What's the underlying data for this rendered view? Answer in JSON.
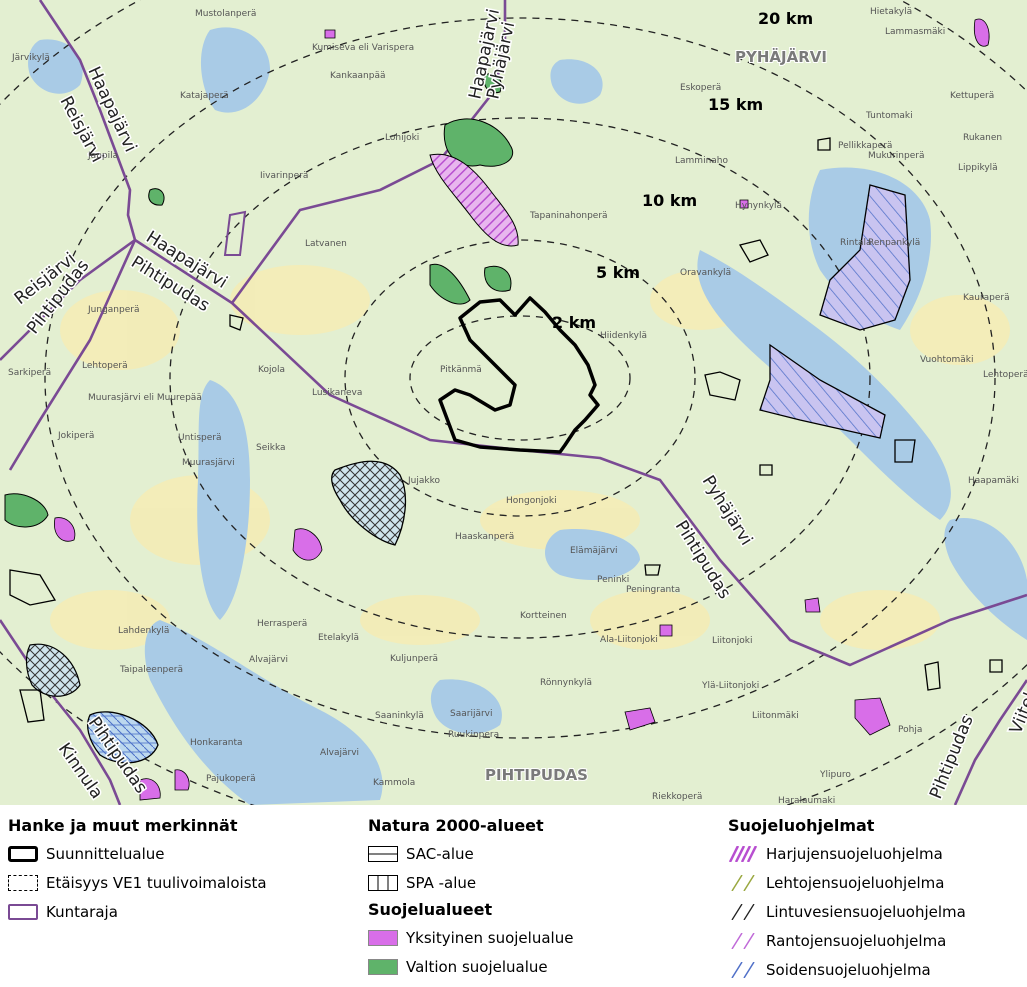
{
  "map": {
    "ring_labels": [
      "2 km",
      "5 km",
      "10 km",
      "15 km",
      "20 km"
    ],
    "boundary_labels": [
      "Haapajärvi",
      "Pyhäjärvi",
      "Reisjärvi",
      "Haapajärvi",
      "Haapajärvi",
      "Pihtipudas",
      "Reisjärvi",
      "Pihtipudas",
      "Pyhäjärvi",
      "Pihtipudas",
      "Pihtipudas",
      "Kinnula",
      "Pihtipudas",
      "Viitele"
    ],
    "towns": [
      "PYHÄJÄRVI",
      "PIHTIPUDAS"
    ],
    "place_names": [
      "Mustolanperä",
      "Järvikylä",
      "Katajaperä",
      "Kumiseva eli Varispera",
      "Kankaanpää",
      "Lohijoki",
      "Iivarinperä",
      "Jappila",
      "Latvanen",
      "Junganperä",
      "Lehtoperä",
      "Sarkiperä",
      "Muurasjärvi eli Muurepää",
      "Jokiperä",
      "Untisperä",
      "Kojola",
      "Lusikaneva",
      "Seikka",
      "Pitkänmä",
      "Hiidenkylä",
      "Tapaninahonperä",
      "Lamminaho",
      "Eskoperä",
      "Oravankylä",
      "Hynynkylä",
      "Rintala",
      "Renpankylä",
      "Pellikkaperä",
      "Mukurinperä",
      "Tuntomaki",
      "Kettuperä",
      "Lippikylä",
      "Rukanen",
      "Hietakylä",
      "Lammasmäki",
      "Kauraperä",
      "Vuohtomäki",
      "Lehtoperä",
      "Haapamäki",
      "Hongonjoki",
      "Haaskanperä",
      "Elämäjärvi",
      "Peninki",
      "Peningranta",
      "Kortteinen",
      "Ala-Liitonjoki",
      "Liitonjoki",
      "Ylä-Liitonjoki",
      "Liitonmäki",
      "Pohja",
      "Rönnynkylä",
      "Kuljunperä",
      "Herrasperä",
      "Alvajärvi",
      "Etelakylä",
      "Lahdenkylä",
      "Taipaleenperä",
      "Honkaranta",
      "Saaninkylä",
      "Ruukinpera",
      "Alvajärvi",
      "Pajukoperä",
      "Kammola",
      "Riekkoperä",
      "Haralaumaki",
      "Ylipuro",
      "Muurasjärvi",
      "Saarijärvi",
      "Jujakko"
    ]
  },
  "legend": {
    "col1": {
      "title": "Hanke ja muut merkinnät",
      "items": [
        "Suunnittelualue",
        "Etäisyys VE1 tuulivoimaloista",
        "Kuntaraja"
      ]
    },
    "col2": {
      "title": "Natura 2000-alueet",
      "items": [
        "SAC-alue",
        "SPA -alue"
      ],
      "title2": "Suojelualueet",
      "items2": [
        "Yksityinen suojelualue",
        "Valtion suojelualue"
      ]
    },
    "col3": {
      "title": "Suojeluohjelmat",
      "items": [
        "Harjujensuojeluohjelma",
        "Lehtojensuojeluohjelma",
        "Lintuvesiensuojeluohjelma",
        "Rantojensuojeluohjelma",
        "Soidensuojeluohjelma"
      ]
    }
  },
  "colors": {
    "land": "#e4f0d2",
    "water": "#a9cbe6",
    "field": "#f5edb8",
    "boundary": "#7a4a94",
    "private_protection": "#d86ee8",
    "state_protection": "#5fb36a",
    "harju_hatch": "#b84fd0",
    "lehto_hatch": "#9aa840",
    "lintu_hatch": "#222222",
    "ranta_hatch": "#c06ad8",
    "suo_hatch": "#5070c8"
  }
}
